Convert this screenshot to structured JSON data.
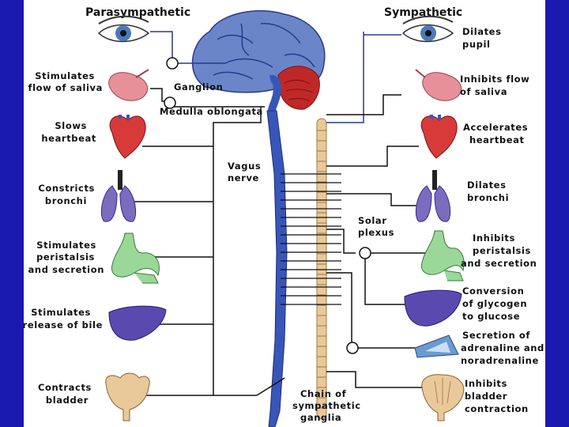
{
  "headers": {
    "left": "Parasympathetic",
    "right": "Sympathetic"
  },
  "center": {
    "ganglion": "Ganglion",
    "medulla": "Medulla oblongata",
    "vagus": [
      "Vagus",
      "nerve"
    ],
    "solar": [
      "Solar",
      "plexus"
    ],
    "chain": [
      "Chain of",
      "sympathetic",
      "ganglia"
    ]
  },
  "left_labels": [
    [
      "Stimulates",
      "flow of saliva"
    ],
    [
      "Slows",
      "heartbeat"
    ],
    [
      "Constricts",
      "bronchi"
    ],
    [
      "Stimulates",
      "peristalsis",
      "and secretion"
    ],
    [
      "Stimulates",
      "release of bile"
    ],
    [
      "Contracts",
      "bladder"
    ]
  ],
  "right_labels": [
    [
      "Dilates",
      "pupil"
    ],
    [
      "Inhibits flow",
      "of saliva"
    ],
    [
      "Accelerates",
      "heartbeat"
    ],
    [
      "Dilates",
      "bronchi"
    ],
    [
      "Inhibits",
      "peristalsis",
      "and secretion"
    ],
    [
      "Conversion",
      "of glycogen",
      "to glucose"
    ],
    [
      "Secretion of",
      "adrenaline and",
      "noradrenaline"
    ],
    [
      "Inhibits",
      "bladder",
      "contraction"
    ]
  ],
  "colors": {
    "frame": "#1a1ab0",
    "brain": "#6a86c8",
    "cord": "#3856b8",
    "organ_pink": "#e8909a",
    "heart": "#d83a3a",
    "lung": "#7c6cc0",
    "stomach": "#9ad89a",
    "liver": "#5a4ab0",
    "bladder": "#e9c99a"
  }
}
